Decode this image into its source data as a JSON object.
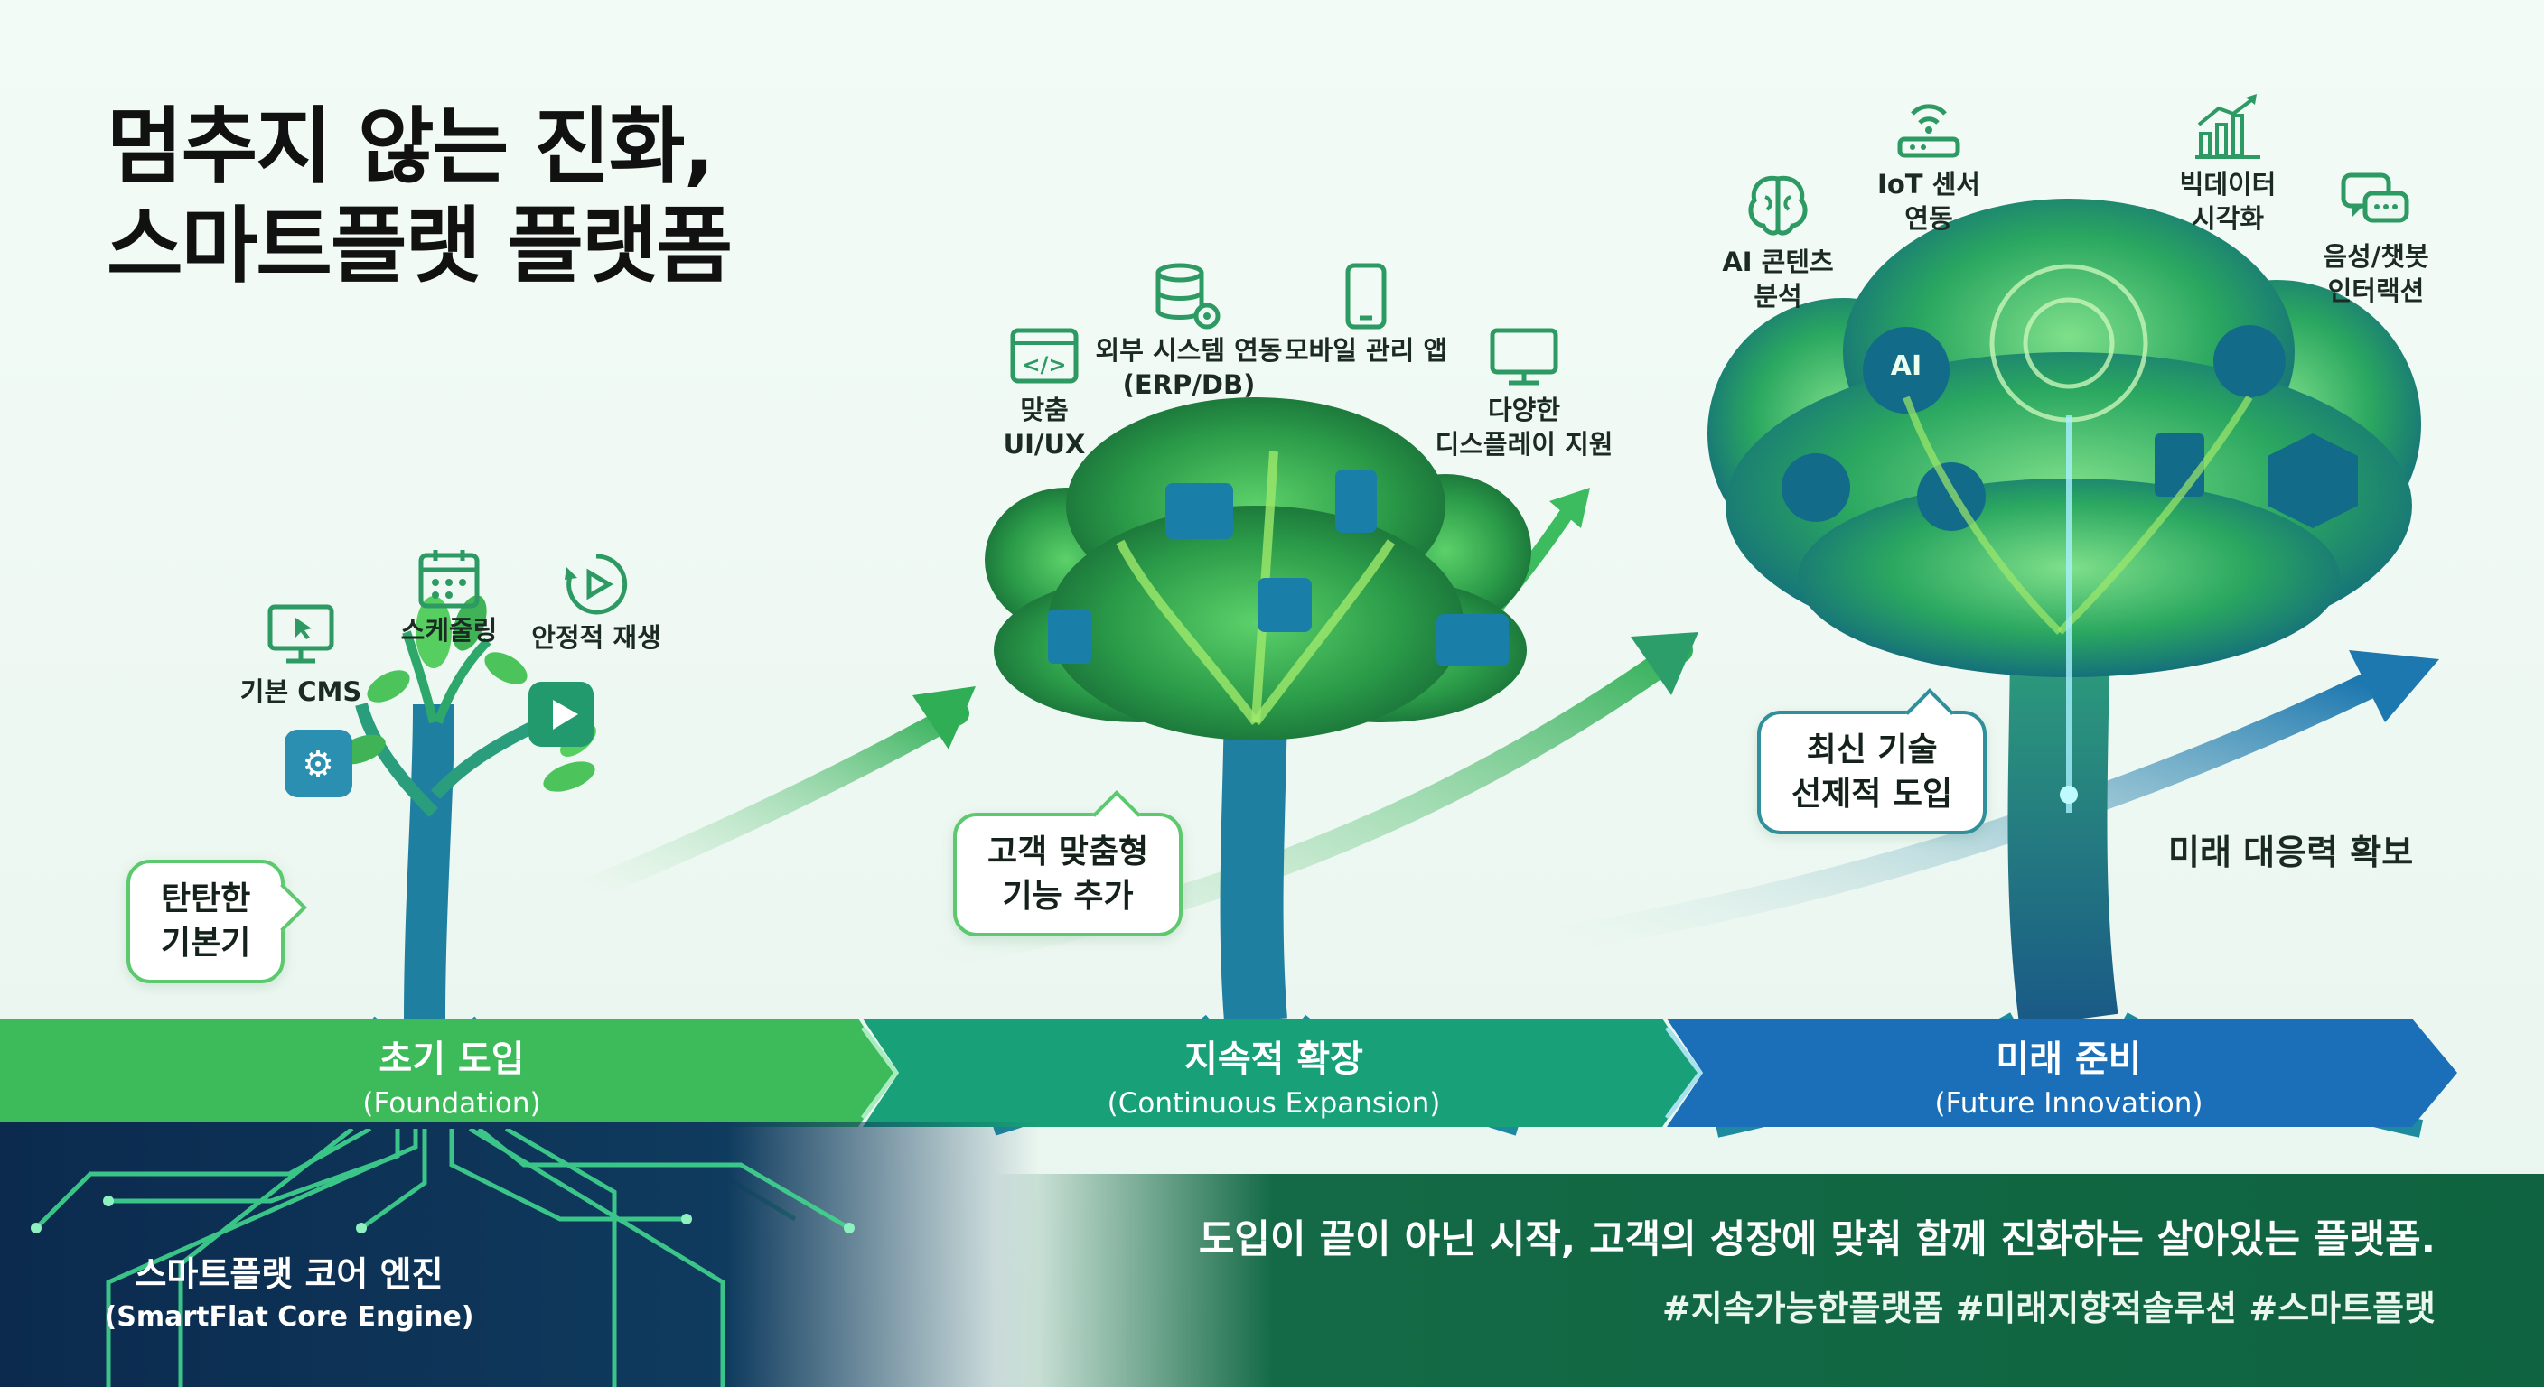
{
  "title": {
    "line1": "멈추지 않는 진화,",
    "line2": "스마트플랫 플랫폼"
  },
  "stage1": {
    "features": [
      {
        "label": "기본 CMS",
        "icon": "monitor-cursor-icon"
      },
      {
        "label": "스케줄링",
        "icon": "calendar-icon"
      },
      {
        "label": "안정적 재생",
        "icon": "play-circle-icon"
      }
    ],
    "bubble": {
      "line1": "탄탄한",
      "line2": "기본기"
    }
  },
  "stage2": {
    "features": [
      {
        "label": "맞춤\nUI/UX",
        "icon": "code-window-icon"
      },
      {
        "label": "외부 시스템 연동\n(ERP/DB)",
        "icon": "database-gear-icon"
      },
      {
        "label": "모바일 관리 앱",
        "icon": "smartphone-icon"
      },
      {
        "label": "다양한\n디스플레이 지원",
        "icon": "display-icon"
      }
    ],
    "bubble": {
      "line1": "고객 맞춤형",
      "line2": "기능 추가"
    }
  },
  "stage3": {
    "features": [
      {
        "label": "AI 콘텐츠\n분석",
        "icon": "brain-icon"
      },
      {
        "label": "IoT 센서\n연동",
        "icon": "router-wifi-icon"
      },
      {
        "label": "빅데이터\n시각화",
        "icon": "bar-chart-growth-icon"
      },
      {
        "label": "음성/챗봇\n인터랙션",
        "icon": "chat-bubbles-icon"
      }
    ],
    "bubble": {
      "line1": "최신 기술",
      "line2": "선제적 도입"
    },
    "ai_badge": "AI",
    "tagline": "미래 대응력 확보"
  },
  "timeline": [
    {
      "ko": "초기 도입",
      "en": "(Foundation)"
    },
    {
      "ko": "지속적 확장",
      "en": "(Continuous Expansion)"
    },
    {
      "ko": "미래 준비",
      "en": "(Future Innovation)"
    }
  ],
  "core": {
    "ko": "스마트플랫 코어 엔진",
    "en": "(SmartFlat Core Engine)"
  },
  "slogan": "도입이 끝이 아닌 시작, 고객의 성장에 맞춰 함께 진화하는 살아있는 플랫폼.",
  "hashtags": "#지속가능한플랫폼 #미래지향적솔루션 #스마트플랫",
  "colors": {
    "green": "#3dbb5a",
    "teal": "#16a08a",
    "blue": "#1a6fb8",
    "navy": "#0b2a4e",
    "dark_green": "#0f6340"
  }
}
